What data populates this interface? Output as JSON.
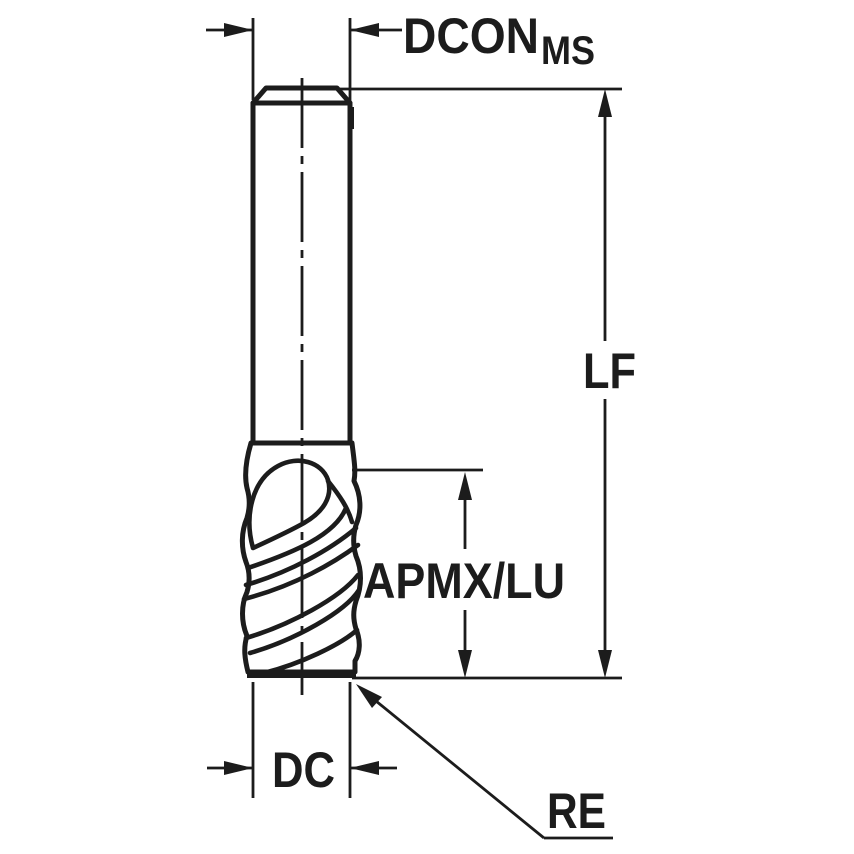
{
  "drawing": {
    "description": "end-mill-dimension-diagram",
    "labels": {
      "dcon": "DCON",
      "dcon_sub": "MS",
      "lf": "LF",
      "apmx_lu": "APMX/LU",
      "dc": "DC",
      "re": "RE"
    },
    "colors": {
      "shank_fill": "#d9e6ee",
      "flute_fill": "#a9c5d8",
      "line": "#1c1c1c",
      "background": "#ffffff"
    }
  }
}
